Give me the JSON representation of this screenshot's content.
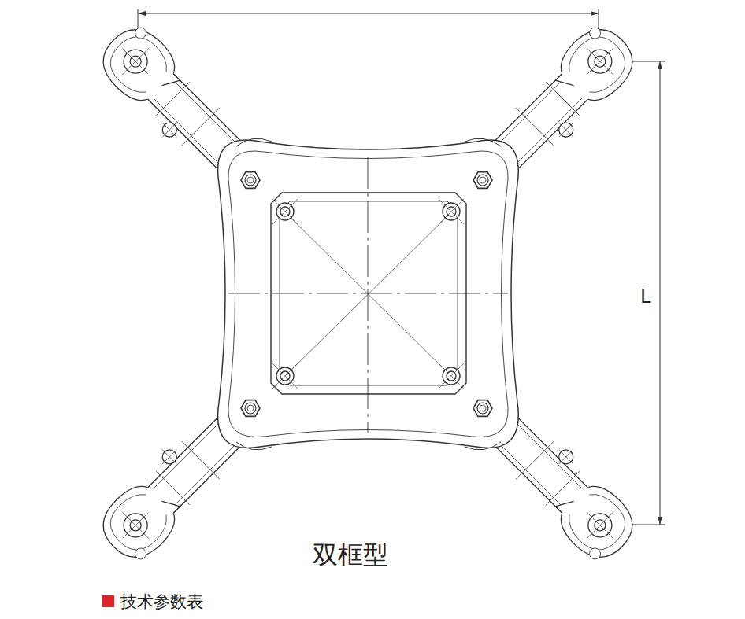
{
  "diagram": {
    "caption": "双框型",
    "labels": [
      "L",
      "技术参数表"
    ]
  }
}
